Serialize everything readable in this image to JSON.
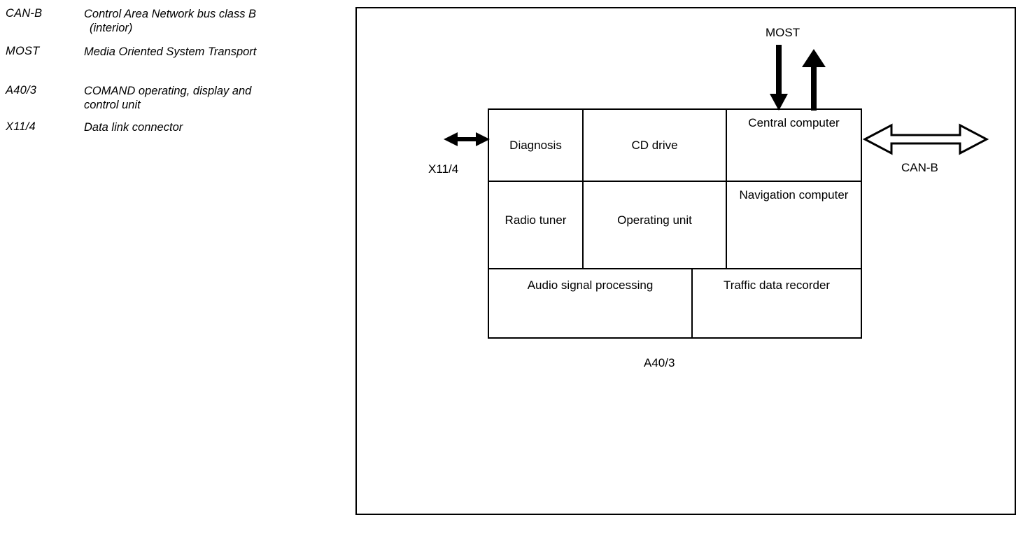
{
  "legend": {
    "entries": [
      {
        "term": "CAN-B",
        "definition": "Control Area Network bus class B",
        "definition_cont": "(interior)"
      },
      {
        "term": "MOST",
        "definition": "Media Oriented System Transport",
        "definition_cont": ""
      },
      {
        "term": "A40/3",
        "definition": "COMAND operating, display and",
        "definition_cont": "control unit"
      },
      {
        "term": "X11/4",
        "definition": "Data link connector",
        "definition_cont": ""
      }
    ]
  },
  "diagram": {
    "unit_label": "A40/3",
    "bus_labels": {
      "most": "MOST",
      "can_b": "CAN-B",
      "x11_4": "X11/4"
    },
    "modules": [
      {
        "id": "diagnosis",
        "label": "Diagnosis"
      },
      {
        "id": "cd-drive",
        "label": "CD drive"
      },
      {
        "id": "central-computer",
        "label": "Central computer"
      },
      {
        "id": "radio-tuner",
        "label": "Radio tuner"
      },
      {
        "id": "operating-unit",
        "label": "Operating unit"
      },
      {
        "id": "navigation-computer",
        "label": "Navigation computer"
      },
      {
        "id": "audio-signal-processing",
        "label": "Audio signal processing"
      },
      {
        "id": "traffic-data-recorder",
        "label": "Traffic data recorder"
      }
    ],
    "connections": [
      {
        "id": "most-in",
        "name": "MOST",
        "direction": "into-unit",
        "style": "solid-filled"
      },
      {
        "id": "most-out",
        "name": "MOST",
        "direction": "out-of-unit",
        "style": "solid-filled"
      },
      {
        "id": "can-b",
        "name": "CAN-B",
        "direction": "bidirectional",
        "style": "hollow-outline"
      },
      {
        "id": "x11-4",
        "name": "X11/4",
        "direction": "bidirectional",
        "style": "solid-filled"
      }
    ]
  },
  "colors": {
    "line": "#000000",
    "background": "#ffffff",
    "text": "#000000"
  }
}
